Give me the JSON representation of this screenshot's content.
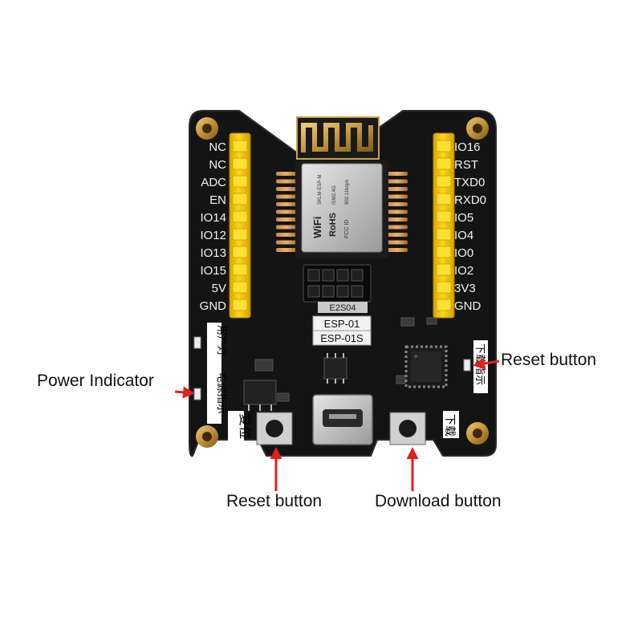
{
  "callouts": {
    "power_indicator": "Power Indicator",
    "reset_button_right": "Reset button",
    "reset_button_bottom": "Reset button",
    "download_button": "Download button"
  },
  "board": {
    "left_pins": [
      "NC",
      "NC",
      "ADC",
      "EN",
      "IO14",
      "IO12",
      "IO13",
      "IO15",
      "5V",
      "GND"
    ],
    "right_pins": [
      "IO16",
      "RST",
      "TXD0",
      "RXD0",
      "IO5",
      "IO4",
      "IO0",
      "IO2",
      "3V3",
      "GND"
    ],
    "module_labels": [
      "ESP-01",
      "ESP-01S"
    ],
    "socket_label": "E2S04",
    "module_shield": {
      "wifi": "WiFi",
      "rohs": "RoHS",
      "fcc": "FCC ID",
      "model": "SKLM-ESP-M",
      "cert": "ISM2.4G",
      "std": "802.11b/g/n"
    },
    "silk_cn": {
      "user_led": "用户灯",
      "power_led": "电源指示",
      "reset": "复位",
      "download": "下载",
      "download_led": "下载指示"
    }
  },
  "colors": {
    "pcb": "#141414",
    "header": "#f2c200",
    "arrow": "#e0211c",
    "gold": "#c9a24a"
  }
}
